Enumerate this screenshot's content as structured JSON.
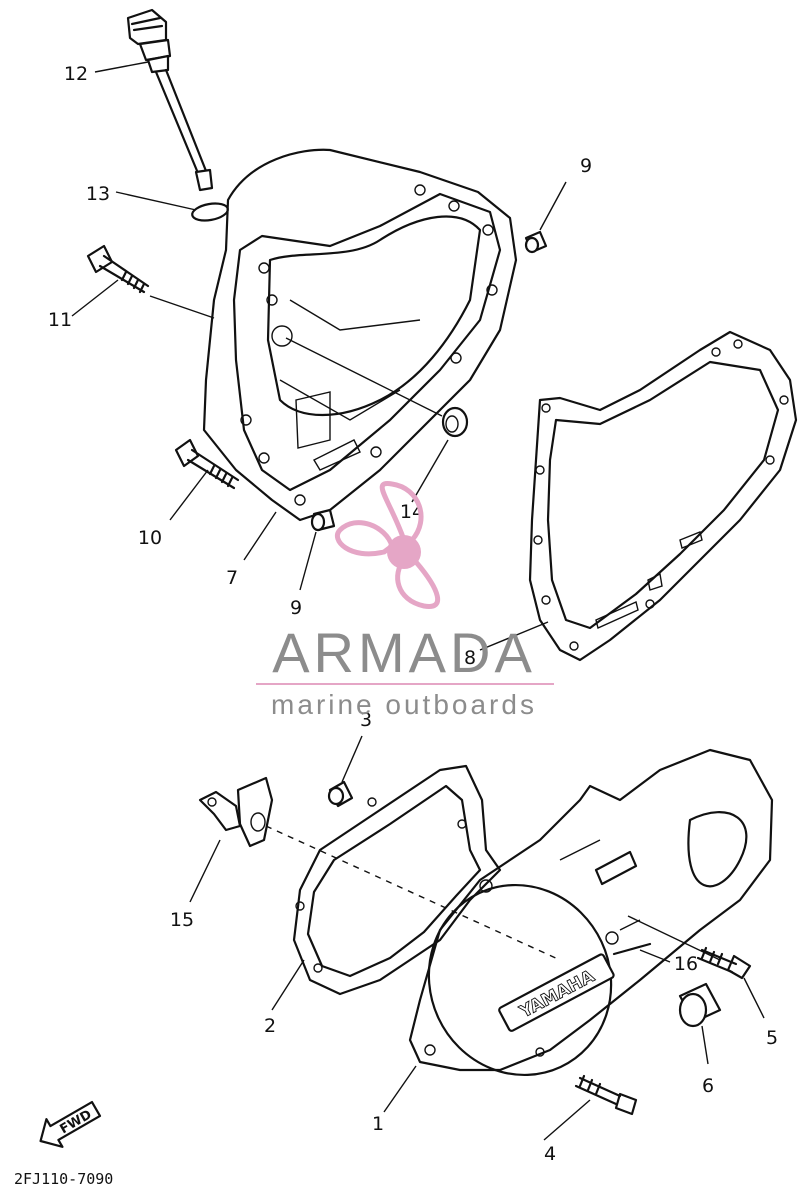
{
  "diagram": {
    "part_code": "2FJ110-7090",
    "fwd_label": "FWD",
    "cover_emblem": "YAMAHA",
    "callouts": {
      "c1": "1",
      "c2": "2",
      "c3": "3",
      "c4": "4",
      "c5": "5",
      "c6": "6",
      "c7": "7",
      "c8": "8",
      "c9a": "9",
      "c9b": "9",
      "c10": "10",
      "c11": "11",
      "c12": "12",
      "c13": "13",
      "c14": "14",
      "c15": "15",
      "c16": "16"
    }
  },
  "watermark": {
    "brand": "ARMADA",
    "tagline": "marine outboards",
    "logo_color": "#e5a6c6",
    "text_color": "#8c8c8c"
  }
}
